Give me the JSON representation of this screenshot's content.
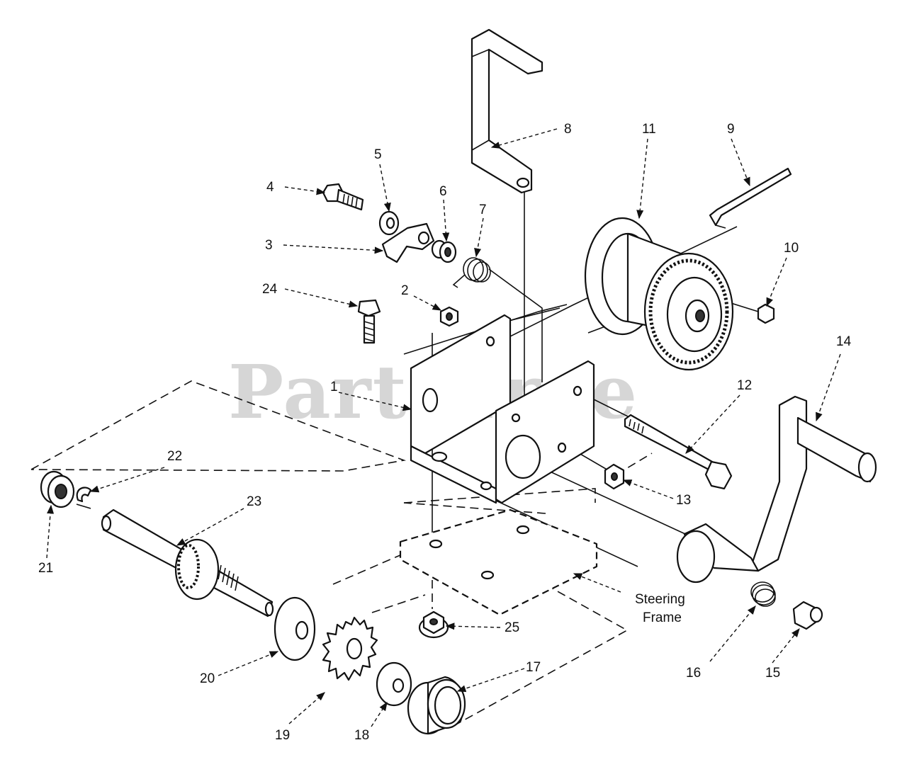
{
  "watermark": "PartsTree",
  "callouts": {
    "c1": "1",
    "c2": "2",
    "c3": "3",
    "c4": "4",
    "c5": "5",
    "c6": "6",
    "c7": "7",
    "c8": "8",
    "c9": "9",
    "c10": "10",
    "c11": "11",
    "c12": "12",
    "c13": "13",
    "c14": "14",
    "c15": "15",
    "c16": "16",
    "c17": "17",
    "c18": "18",
    "c19": "19",
    "c20": "20",
    "c21": "21",
    "c22": "22",
    "c23": "23",
    "c24": "24",
    "c25": "25"
  },
  "steering_frame": {
    "line1": "Steering",
    "line2": "Frame"
  }
}
